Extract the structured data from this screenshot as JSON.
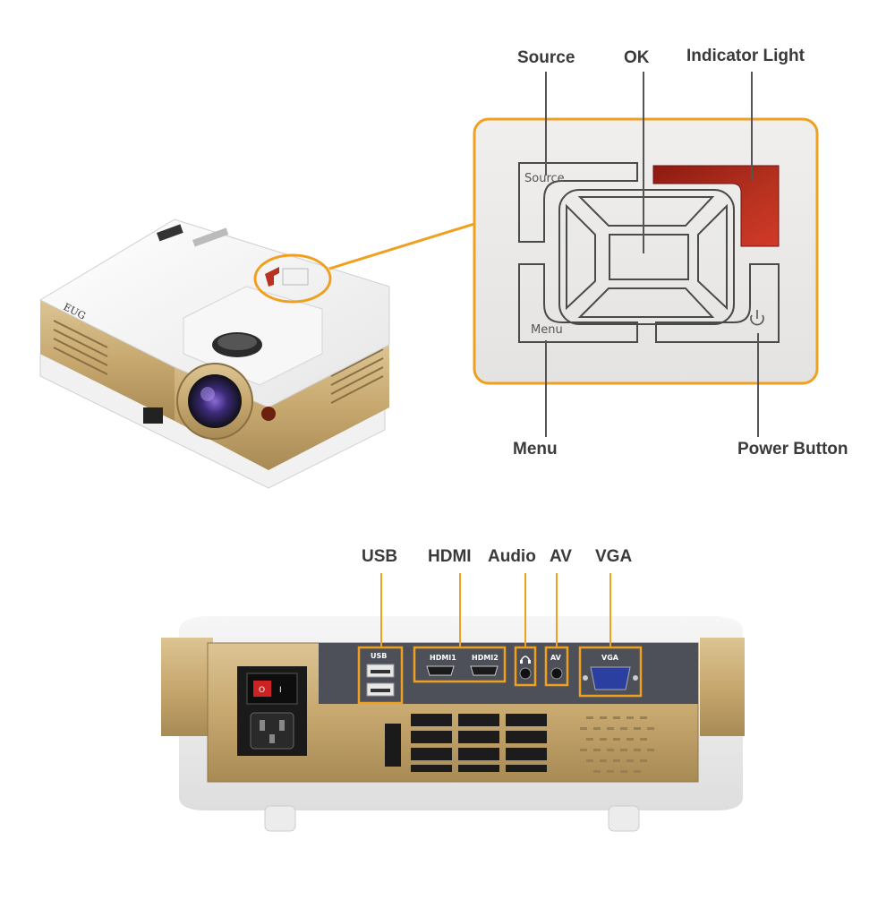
{
  "callouts": {
    "source": "Source",
    "ok": "OK",
    "indicator_light": "Indicator Light",
    "menu": "Menu",
    "power_button": "Power Button",
    "usb": "USB",
    "hdmi": "HDMI",
    "audio": "Audio",
    "av": "AV",
    "vga": "VGA"
  },
  "control_panel": {
    "source_label": "Source",
    "menu_label": "Menu",
    "power_icon": "power-icon"
  },
  "rear_panel": {
    "usb_label": "USB",
    "hdmi1_label": "HDMI1",
    "hdmi2_label": "HDMI2",
    "audio_icon": "headphone-icon",
    "av_label": "AV",
    "vga_label": "VGA"
  },
  "projector": {
    "brand": "EUG"
  },
  "colors": {
    "accent_orange": "#f0a020",
    "gold_body": "#c8ab78",
    "leader_line": "#444444",
    "indicator_red": "#a5231b"
  }
}
